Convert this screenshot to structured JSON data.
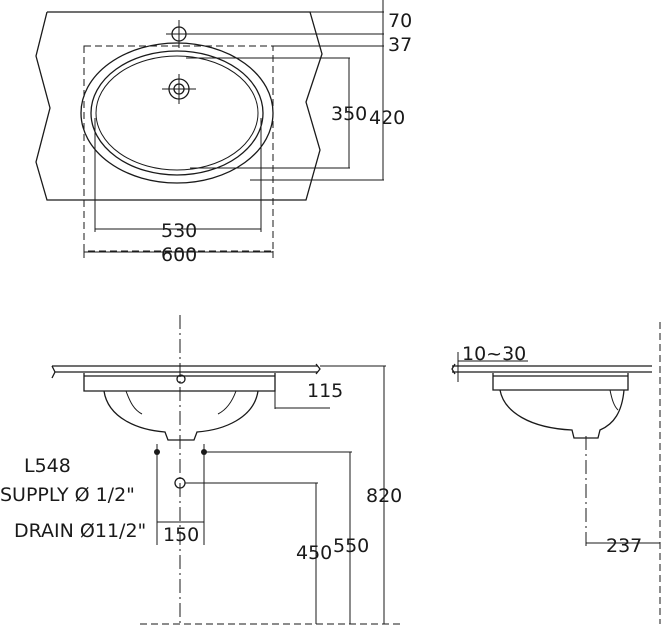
{
  "top_view": {
    "dims": {
      "d70": "70",
      "d37": "37",
      "d350": "350",
      "d420": "420",
      "d530": "530",
      "d600": "600"
    }
  },
  "front_view": {
    "dims": {
      "d115": "115",
      "d820": "820",
      "d550": "550",
      "d450": "450",
      "d150": "150"
    },
    "notes": {
      "model": "L548",
      "supply": "SUPPLY Ø 1/2\"",
      "drain": "DRAIN Ø11/2\""
    }
  },
  "side_view": {
    "dims": {
      "d10_30": "10~30",
      "d237": "237"
    }
  }
}
